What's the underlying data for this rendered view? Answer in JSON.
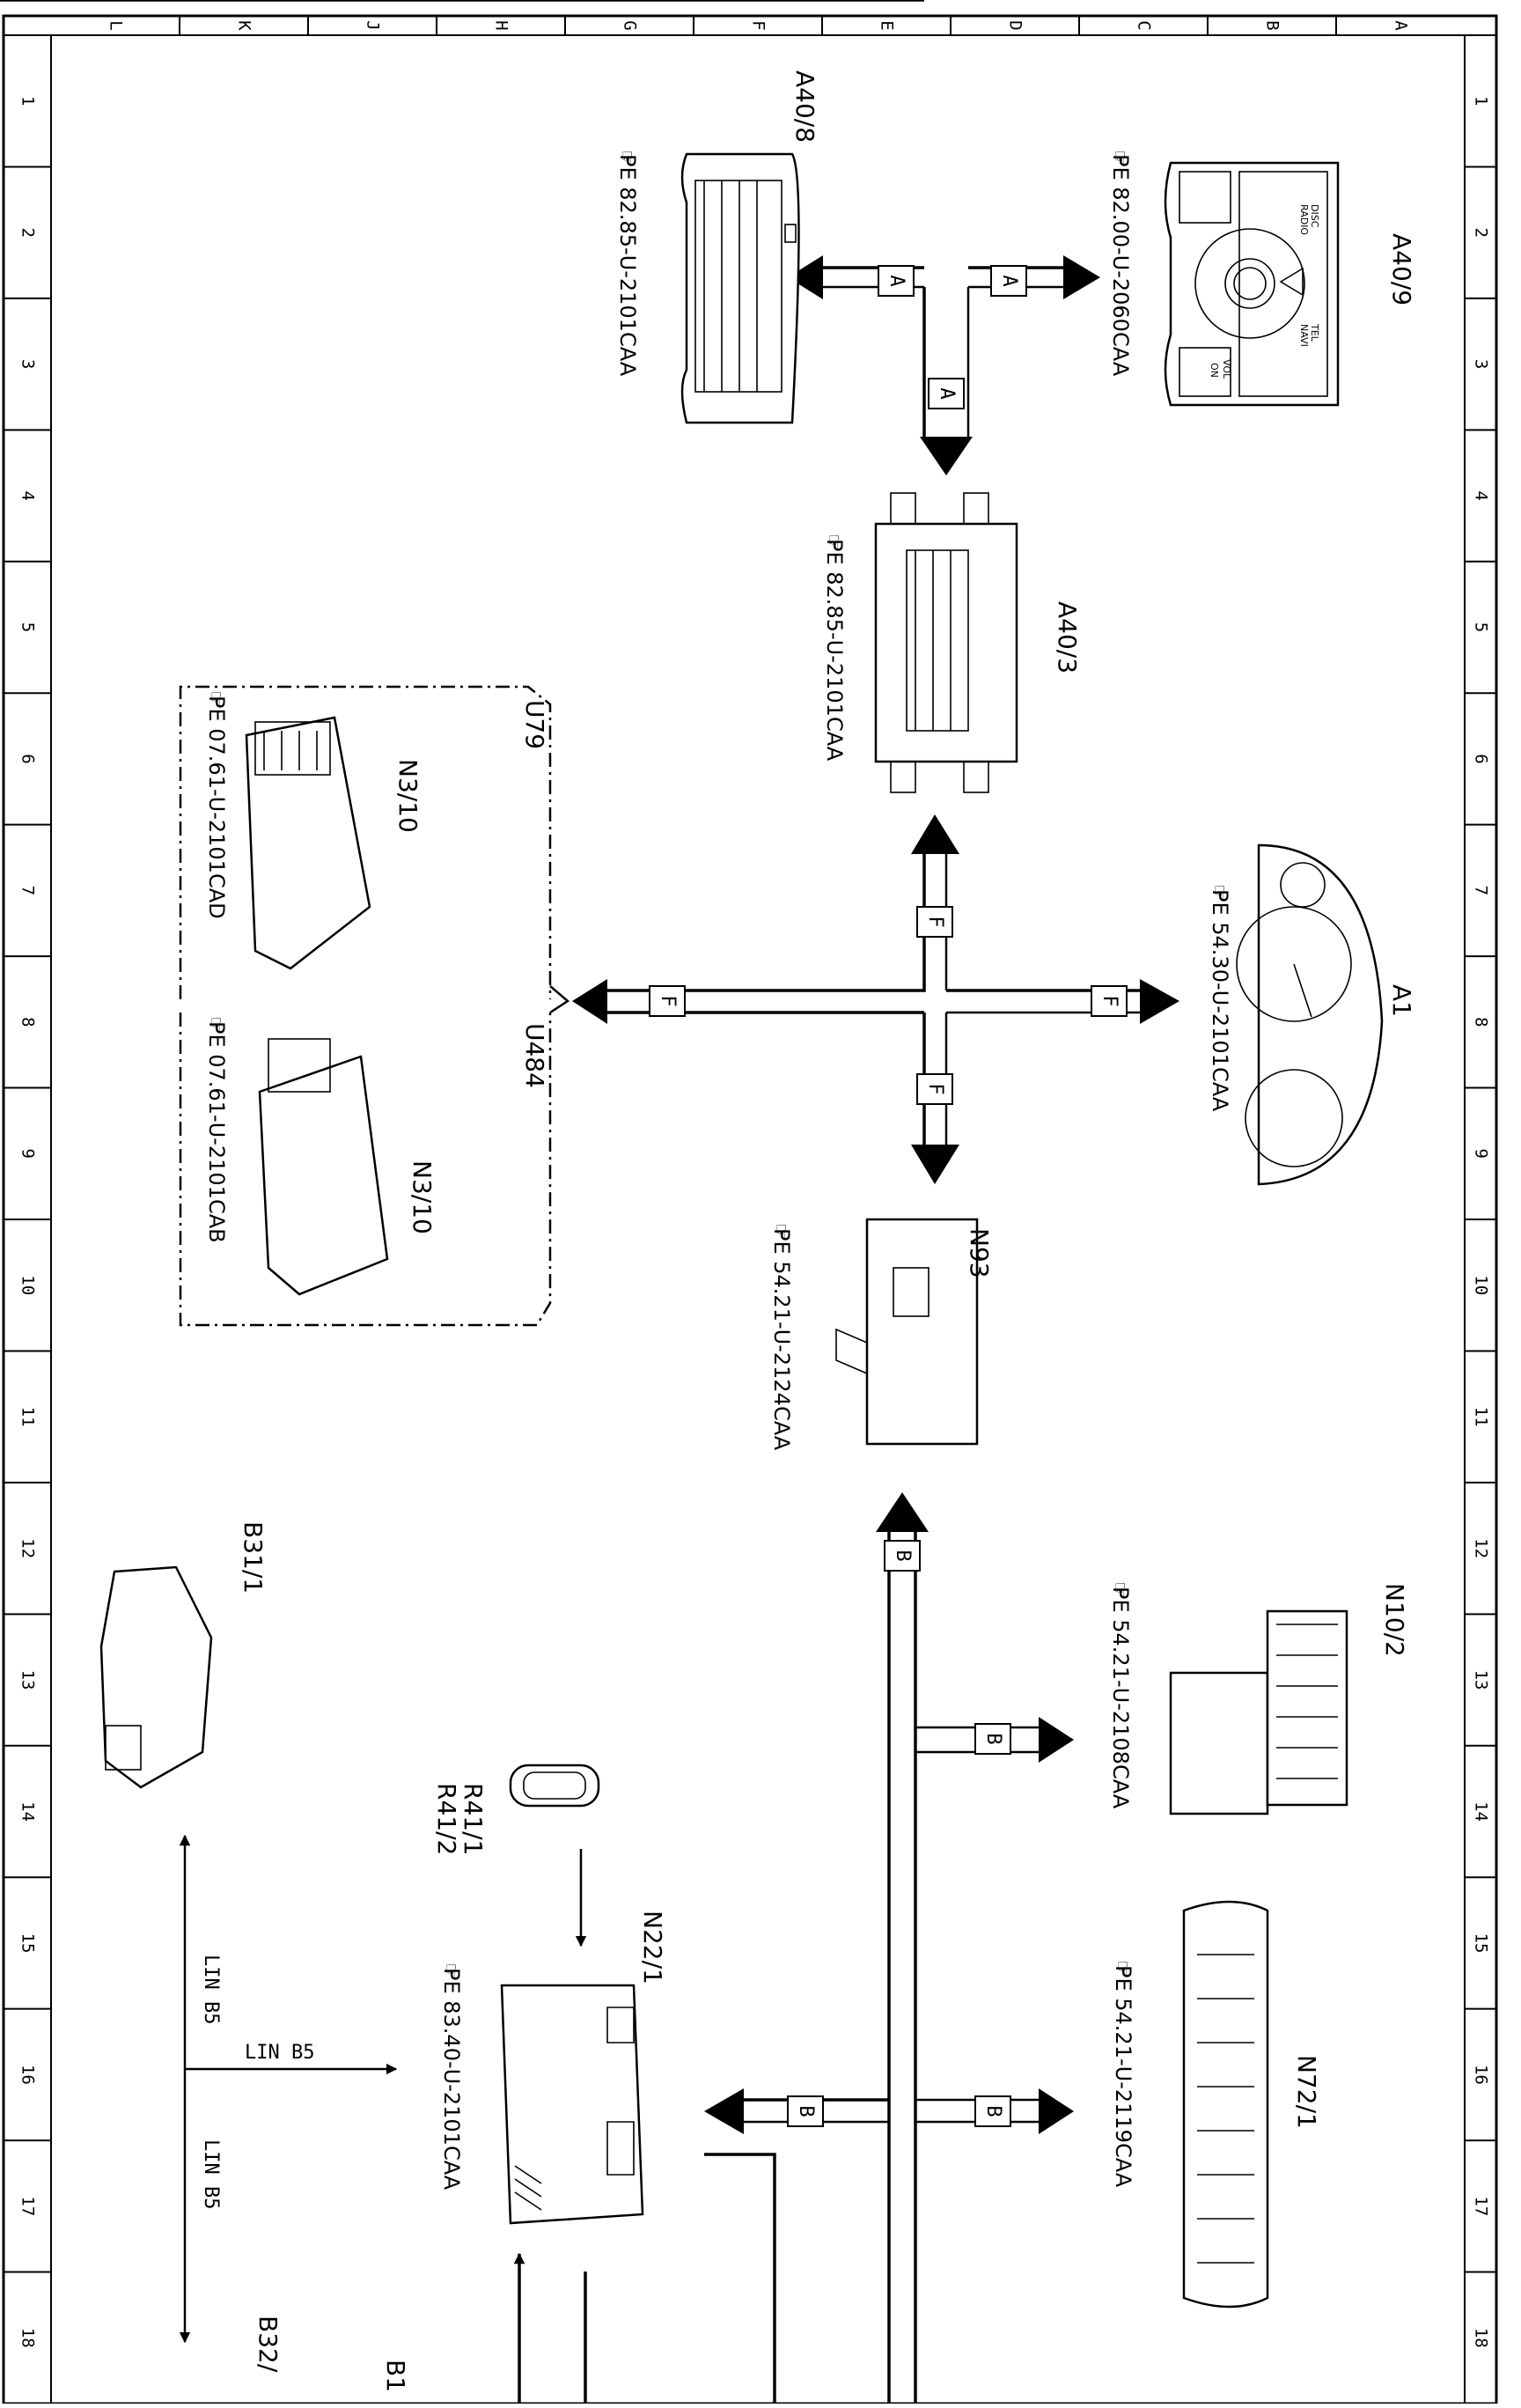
{
  "grid": {
    "columns": [
      "L",
      "K",
      "J",
      "H",
      "G",
      "F",
      "E",
      "D",
      "C",
      "B",
      "A"
    ],
    "rows": [
      "1",
      "2",
      "3",
      "4",
      "5",
      "6",
      "7",
      "8",
      "9",
      "10",
      "11",
      "12",
      "13",
      "14",
      "15",
      "16",
      "17",
      "18"
    ]
  },
  "components": {
    "a40_9": {
      "label": "A40/9",
      "ref": "PE 82.00-U-2060CAA"
    },
    "a40_8": {
      "label": "A40/8",
      "ref": "PE 82.85-U-2101CAA"
    },
    "a40_3": {
      "label": "A40/3",
      "ref": "PE 82.85-U-2101CAA"
    },
    "a1": {
      "label": "A1",
      "ref": "PE 54.30-U-2101CAA"
    },
    "n93": {
      "label": "N93",
      "ref": "PE 54.21-U-2124CAA"
    },
    "n3_10_u79": {
      "label": "N3/10",
      "ref": "PE 07.61-U-2101CAD",
      "variant": "U79"
    },
    "n3_10_u484": {
      "label": "N3/10",
      "ref": "PE 07.61-U-2101CAB",
      "variant": "U484"
    },
    "n10_2": {
      "label": "N10/2",
      "ref": "PE 54.21-U-2108CAA"
    },
    "n72_1": {
      "label": "N72/1",
      "ref": "PE 54.21-U-2119CAA"
    },
    "n22_1": {
      "label": "N22/1",
      "ref": "PE 83.40-U-2101CAA"
    },
    "r41": {
      "label_1": "R41/1",
      "label_2": "R41/2"
    },
    "b31_1": {
      "label": "B31/1"
    },
    "b32": {
      "label": "B32/"
    },
    "b1": {
      "label": "B1"
    }
  },
  "buses": {
    "a": "A",
    "f": "F",
    "b": "B"
  },
  "lin": {
    "label": "LIN B5"
  },
  "control_text": {
    "disc": "DISC",
    "radio": "RADIO",
    "tel": "TEL",
    "navi": "NAVI",
    "vol": "VOL",
    "on": "ON"
  },
  "colors": {
    "ink": "#000000",
    "paper": "#ffffff"
  }
}
